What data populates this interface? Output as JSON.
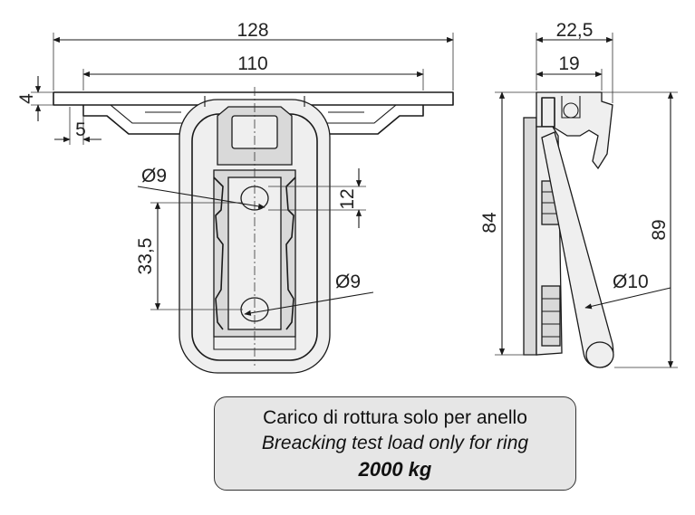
{
  "dimensions": {
    "front_overall_width": "128",
    "front_inner_width": "110",
    "plate_thickness": "4",
    "edge_offset": "5",
    "hole_diameter_top": "Ø9",
    "hole_diameter_bottom": "Ø9",
    "slot_height": "12",
    "hole_spacing": "33,5",
    "side_overall_depth": "22,5",
    "side_inner_depth": "19",
    "side_height_inner": "84",
    "side_height_overall": "89",
    "ring_diameter": "Ø10"
  },
  "note": {
    "line_italian": "Carico di rottura solo per anello",
    "line_english": "Breacking test load only for ring",
    "load_value": "2000 kg"
  },
  "colors": {
    "line": "#1a1a1a",
    "part_shade": "#d9d9d9",
    "note_background": "#e6e6e6"
  },
  "icons": {
    "arrowheads": "dimension-arrow"
  }
}
